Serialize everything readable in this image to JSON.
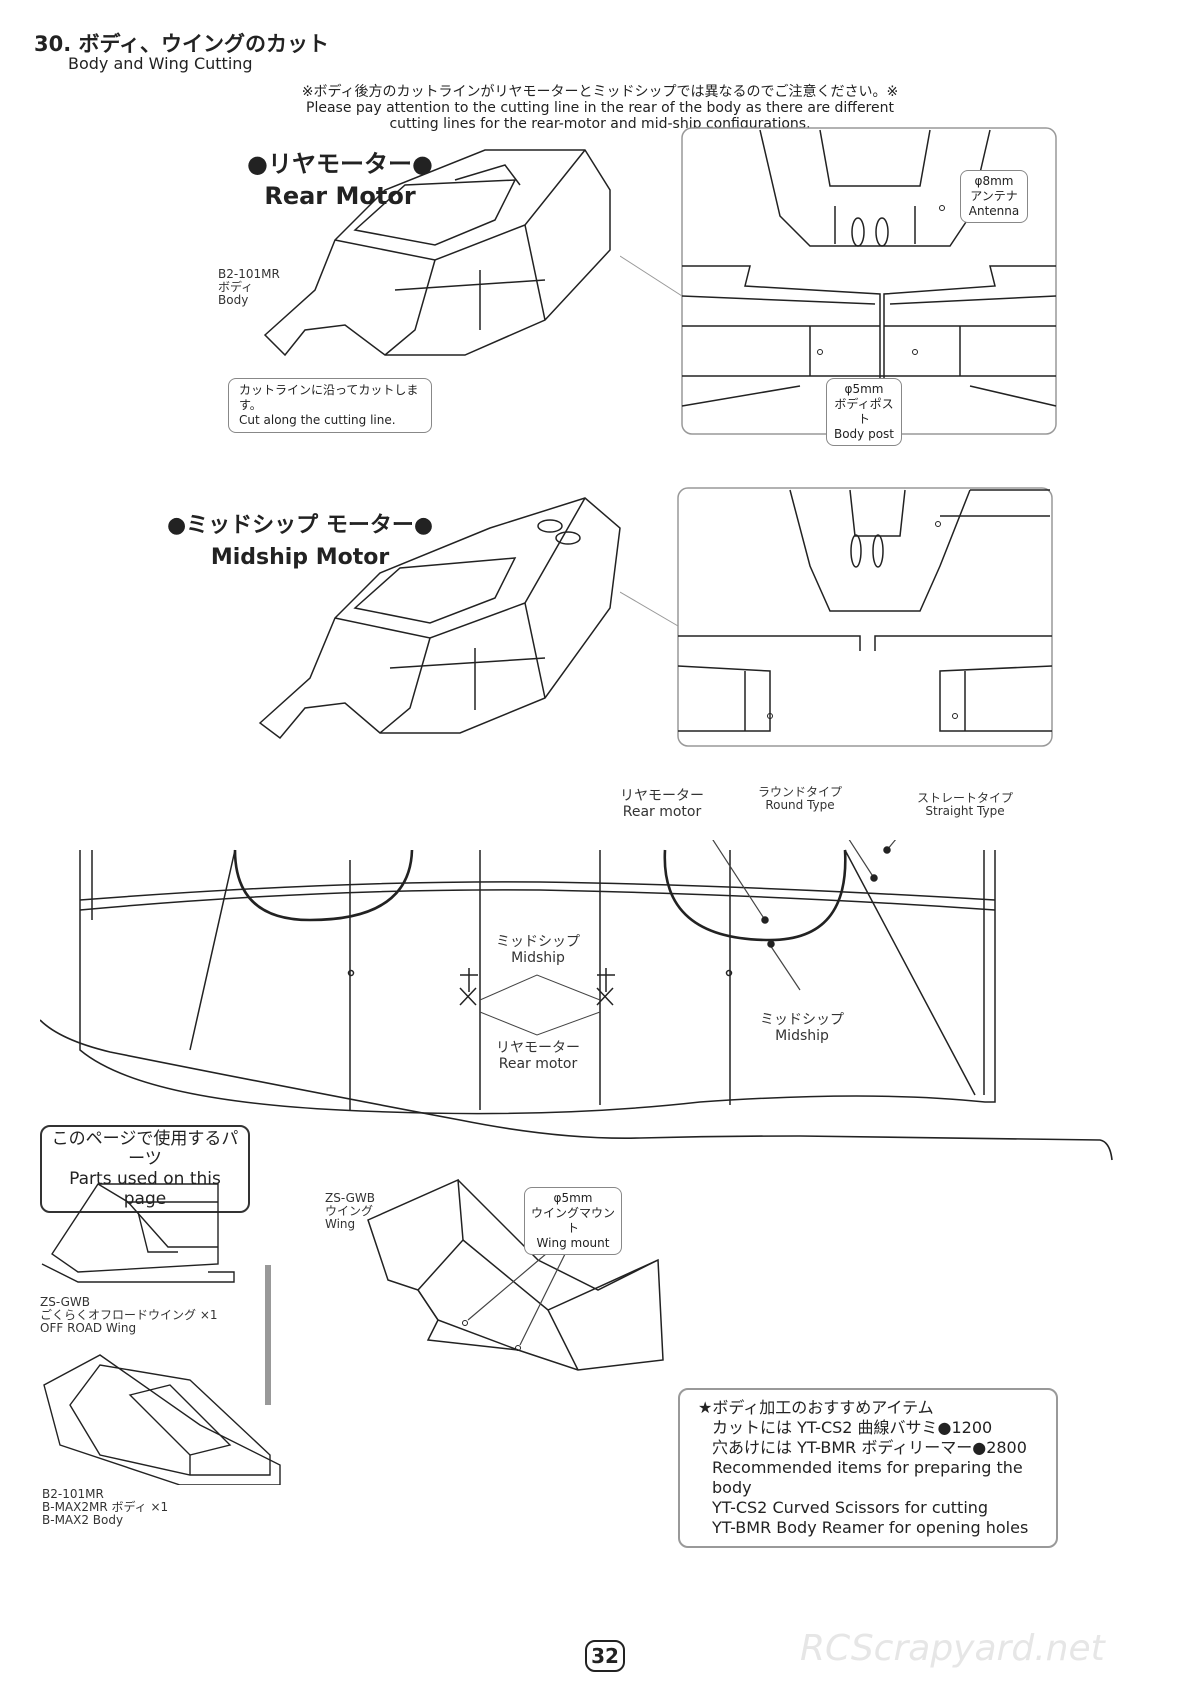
{
  "header": {
    "title_jp": "30. ボディ、ウイングのカット",
    "title_en": "Body and Wing Cutting"
  },
  "note": {
    "jp": "※ボディ後方のカットラインがリヤモーターとミッドシップでは異なるのでご注意ください。※",
    "en1": "Please pay attention to the cutting line in the rear of the body as there are different",
    "en2": "cutting lines for the rear-motor and mid-ship configurations."
  },
  "rear_motor": {
    "head_jp": "●リヤモーター●",
    "head_en": "Rear Motor",
    "body_code": "B2-101MR",
    "body_jp": "ボディ",
    "body_en": "Body",
    "cut_jp": "カットラインに沿ってカットします。",
    "cut_en": "Cut along the cutting line.",
    "antenna_size": "φ8mm",
    "antenna_jp": "アンテナ",
    "antenna_en": "Antenna",
    "post_size": "φ5mm",
    "post_jp": "ボディポスト",
    "post_en": "Body post"
  },
  "midship": {
    "head_jp": "●ミッドシップ モーター●",
    "head_en": "Midship Motor"
  },
  "cut_diagram": {
    "rear_jp": "リヤモーター",
    "rear_en": "Rear motor",
    "round_jp": "ラウンドタイプ",
    "round_en": "Round Type",
    "straight_jp": "ストレートタイプ",
    "straight_en": "Straight Type",
    "mid_jp": "ミッドシップ",
    "mid_en": "Midship",
    "mid2_jp": "ミッドシップ",
    "mid2_en": "Midship",
    "rear2_jp": "リヤモーター",
    "rear2_en": "Rear motor"
  },
  "parts": {
    "box_jp": "このページで使用するパーツ",
    "box_en": "Parts used on this page",
    "wing_code": "ZS-GWB",
    "wing_jp": "ごくらくオフロードウイング ×1",
    "wing_en": "OFF ROAD Wing",
    "body_code": "B2-101MR",
    "body_jp": "B-MAX2MR ボディ ×1",
    "body_en": "B-MAX2 Body"
  },
  "wing": {
    "code": "ZS-GWB",
    "jp": "ウイング",
    "en": "Wing",
    "mount_size": "φ5mm",
    "mount_jp": "ウイングマウント",
    "mount_en": "Wing mount"
  },
  "recommend": {
    "line1": "★ボディ加工のおすすめアイテム",
    "line2": "カットには YT-CS2 曲線バサミ●1200",
    "line3": "穴あけには YT-BMR ボディリーマー●2800",
    "line4": "Recommended items for preparing the body",
    "line5": "YT-CS2 Curved Scissors for cutting",
    "line6": "YT-BMR Body Reamer for opening holes"
  },
  "page_number": "32",
  "watermark": "RCScrapyard.net"
}
